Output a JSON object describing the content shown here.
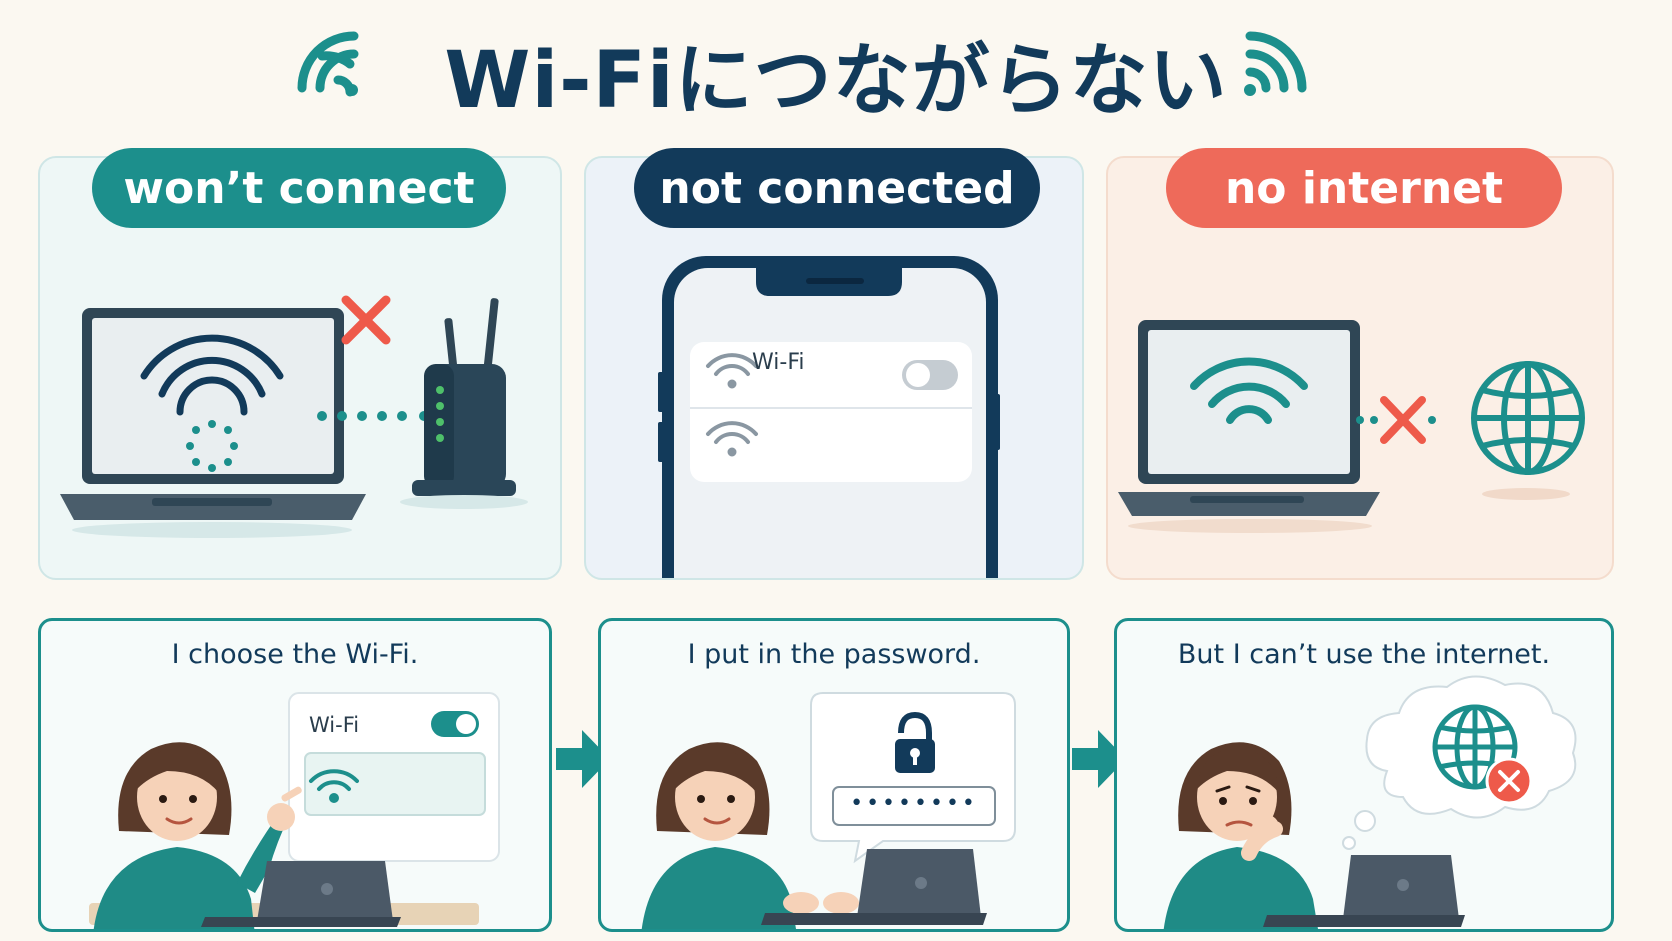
{
  "title": "Wi-Fiにつながらない",
  "colors": {
    "navy": "#123a5a",
    "teal": "#1c8f8c",
    "coral": "#ee6a5a",
    "background": "#fbf8f1"
  },
  "panels": [
    {
      "label": "won’t connect",
      "color": "#1c8f8c",
      "icons": [
        "laptop-icon",
        "wifi-icon",
        "red-x-icon",
        "router-icon"
      ]
    },
    {
      "label": "not connected",
      "color": "#123a5a",
      "icons": [
        "smartphone-icon",
        "wifi-icon",
        "toggle-off-icon"
      ],
      "setting_label": "Wi-Fi",
      "toggle_on": false
    },
    {
      "label": "no internet",
      "color": "#ee6a5a",
      "icons": [
        "laptop-icon",
        "wifi-icon",
        "red-x-icon",
        "globe-icon"
      ]
    }
  ],
  "steps": [
    {
      "caption": "I choose the Wi-Fi.",
      "setting_label": "Wi-Fi",
      "toggle_on": true,
      "icons": [
        "woman-icon",
        "laptop-icon",
        "wifi-icon",
        "pointing-hand-icon"
      ]
    },
    {
      "caption": "I put in the password.",
      "password_mask": "••••••••",
      "icons": [
        "woman-icon",
        "laptop-icon",
        "lock-icon",
        "speech-bubble-icon"
      ]
    },
    {
      "caption": "But I can’t use the internet.",
      "icons": [
        "woman-icon",
        "laptop-icon",
        "thought-bubble-icon",
        "globe-icon",
        "error-icon"
      ]
    }
  ]
}
